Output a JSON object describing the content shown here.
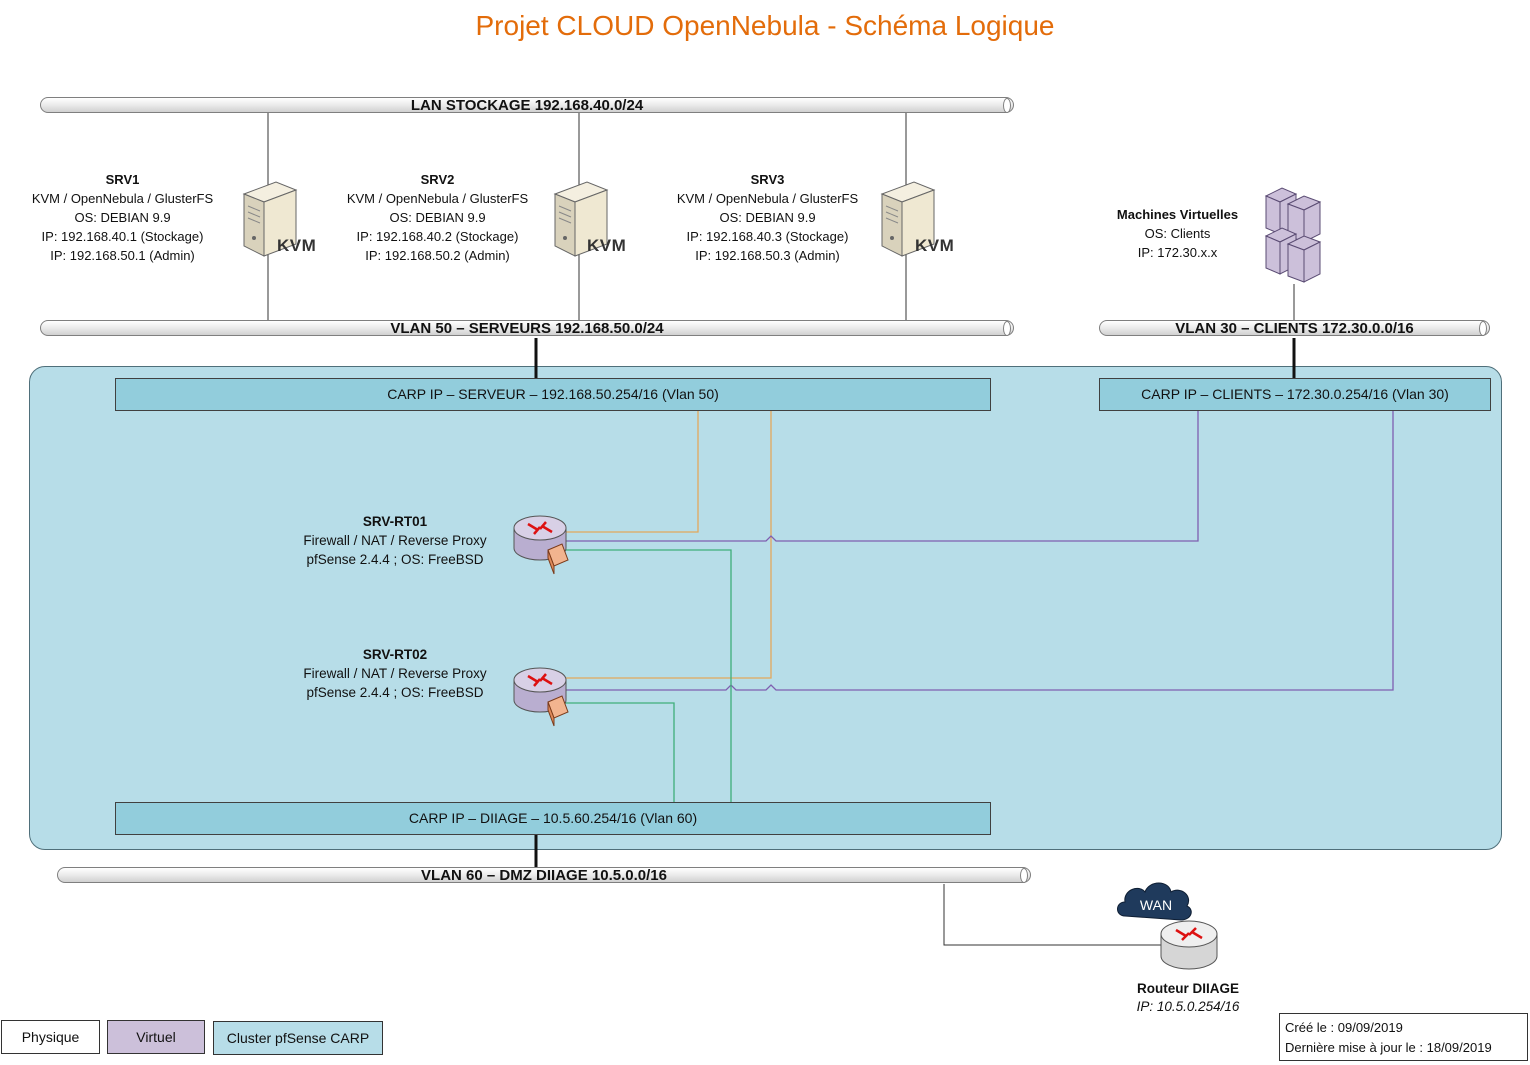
{
  "title": "Projet CLOUD OpenNebula - Schéma Logique",
  "buses": {
    "lan_stockage": "LAN STOCKAGE 192.168.40.0/24",
    "vlan50": "VLAN 50 – SERVEURS 192.168.50.0/24",
    "vlan30": "VLAN 30 – CLIENTS 172.30.0.0/16",
    "vlan60": "VLAN 60 – DMZ DIIAGE 10.5.0.0/16"
  },
  "servers": [
    {
      "name": "SRV1",
      "role": "KVM / OpenNebula / GlusterFS",
      "os": "OS: DEBIAN 9.9",
      "ip_storage": "IP: 192.168.40.1 (Stockage)",
      "ip_admin": "IP: 192.168.50.1 (Admin)",
      "badge": "KVM"
    },
    {
      "name": "SRV2",
      "role": "KVM / OpenNebula / GlusterFS",
      "os": "OS: DEBIAN 9.9",
      "ip_storage": "IP: 192.168.40.2 (Stockage)",
      "ip_admin": "IP: 192.168.50.2 (Admin)",
      "badge": "KVM"
    },
    {
      "name": "SRV3",
      "role": "KVM / OpenNebula / GlusterFS",
      "os": "OS: DEBIAN 9.9",
      "ip_storage": "IP: 192.168.40.3 (Stockage)",
      "ip_admin": "IP: 192.168.50.3 (Admin)",
      "badge": "KVM"
    }
  ],
  "vms": {
    "name": "Machines Virtuelles",
    "os": "OS: Clients",
    "ip": "IP: 172.30.x.x"
  },
  "carp": {
    "serveur": "CARP IP – SERVEUR – 192.168.50.254/16 (Vlan 50)",
    "clients": "CARP IP – CLIENTS – 172.30.0.254/16 (Vlan 30)",
    "diiage": "CARP IP – DIIAGE – 10.5.60.254/16 (Vlan 60)"
  },
  "routers": [
    {
      "name": "SRV-RT01",
      "role": "Firewall / NAT / Reverse Proxy",
      "version": "pfSense 2.4.4 ; OS: FreeBSD"
    },
    {
      "name": "SRV-RT02",
      "role": "Firewall / NAT / Reverse Proxy",
      "version": "pfSense 2.4.4 ; OS: FreeBSD"
    }
  ],
  "wan": {
    "cloud_label": "WAN",
    "router_name": "Routeur DIIAGE",
    "router_ip": "IP: 10.5.0.254/16"
  },
  "legend": {
    "physique": "Physique",
    "virtuel": "Virtuel",
    "cluster": "Cluster pfSense CARP"
  },
  "footer": {
    "created": "Créé le : 09/09/2019",
    "updated": "Dernière mise à jour le : 18/09/2019"
  },
  "colors": {
    "title": "#e36c0a",
    "cluster_bg": "#b7dde8",
    "carp_box": "#92cddc",
    "virtuel": "#ccc0da",
    "link_serveur": "#e3a85c",
    "link_clients": "#7f5fb0",
    "link_diiage": "#3fae7a"
  }
}
